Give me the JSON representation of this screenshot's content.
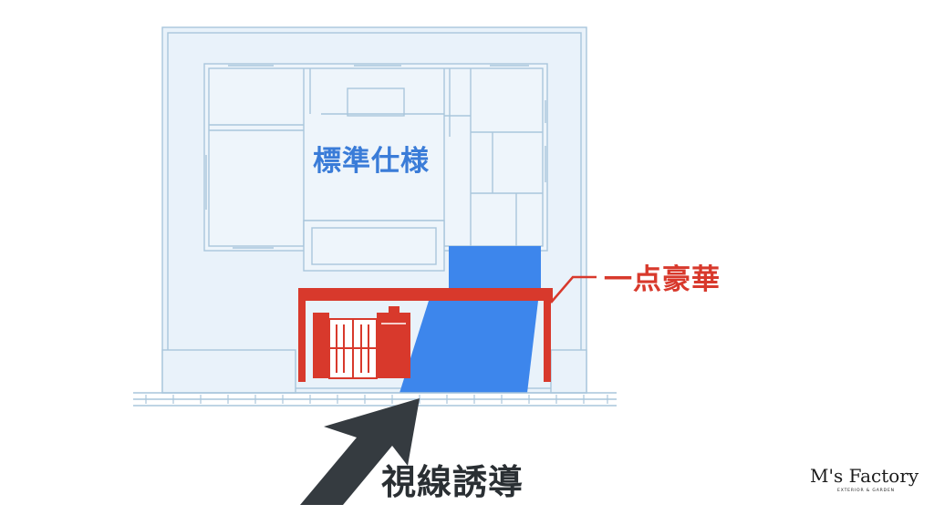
{
  "labels": {
    "standard_spec": "標準仕様",
    "one_point_luxury": "一点豪華",
    "gaze_guidance": "視線誘導"
  },
  "logo": {
    "main": "M's Factory",
    "sub": "EXTERIOR & GARDEN"
  },
  "colors": {
    "plan_line": "#a9c6dc",
    "plan_fill": "#e9f2fa",
    "accent_red": "#d8392c",
    "path_blue": "#3d86ec",
    "arrow_dark": "#353b40",
    "label_blue": "#3a7cd8"
  }
}
